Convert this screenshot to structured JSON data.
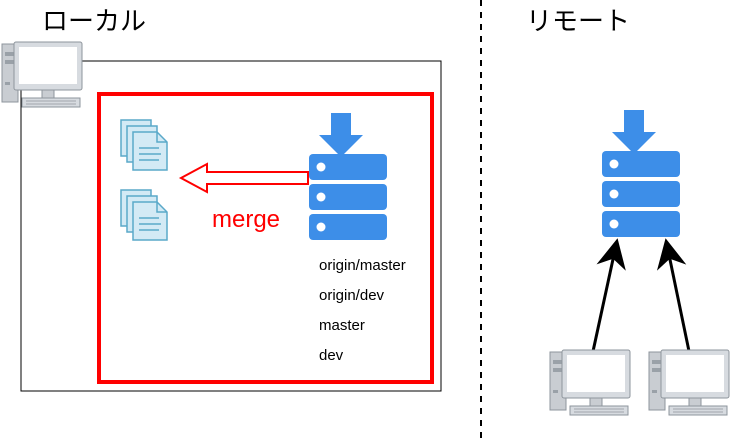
{
  "local": {
    "title": "ローカル"
  },
  "remote": {
    "title": "リモート"
  },
  "merge_label": "merge",
  "branches": [
    "origin/master",
    "origin/dev",
    "master",
    "dev"
  ],
  "colors": {
    "accent_red": "#ff0000",
    "server_blue": "#3d8ee8",
    "doc_teal": "#5aa9c9",
    "doc_fill": "#d3eaf5",
    "monitor_gray": "#cfd3d8"
  },
  "icons": {
    "local_computer": "desktop-computer-icon",
    "documents": "document-stack-icon",
    "server": "server-download-icon",
    "remote_computers": "desktop-computer-icon"
  }
}
